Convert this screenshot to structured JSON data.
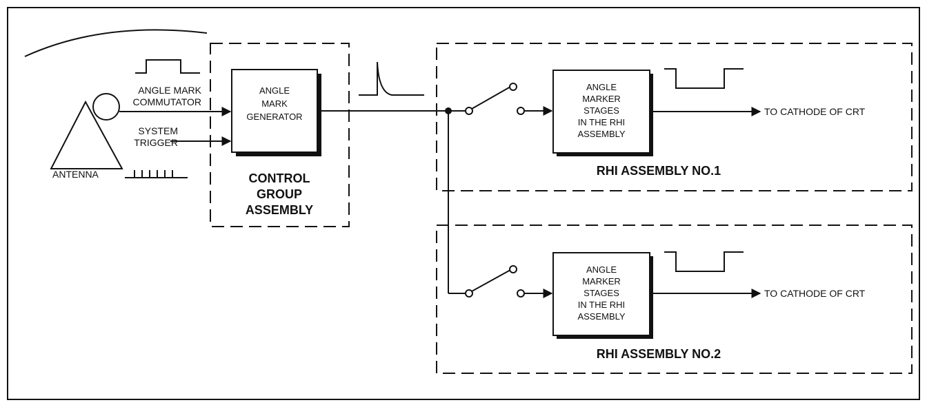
{
  "antenna": {
    "commutator_lines": [
      "ANGLE MARK",
      "COMMUTATOR"
    ],
    "trigger_lines": [
      "SYSTEM",
      "TRIGGER"
    ],
    "label": "ANTENNA"
  },
  "control_group": {
    "generator_lines": [
      "ANGLE",
      "MARK",
      "GENERATOR"
    ],
    "title_lines": [
      "CONTROL",
      "GROUP",
      "ASSEMBLY"
    ]
  },
  "rhi_assemblies": [
    {
      "stage_lines": [
        "ANGLE",
        "MARKER",
        "STAGES",
        "IN THE RHI",
        "ASSEMBLY"
      ],
      "output": "TO CATHODE OF CRT",
      "title": "RHI ASSEMBLY NO.1"
    },
    {
      "stage_lines": [
        "ANGLE",
        "MARKER",
        "STAGES",
        "IN THE RHI",
        "ASSEMBLY"
      ],
      "output": "TO CATHODE OF CRT",
      "title": "RHI ASSEMBLY NO.2"
    }
  ]
}
